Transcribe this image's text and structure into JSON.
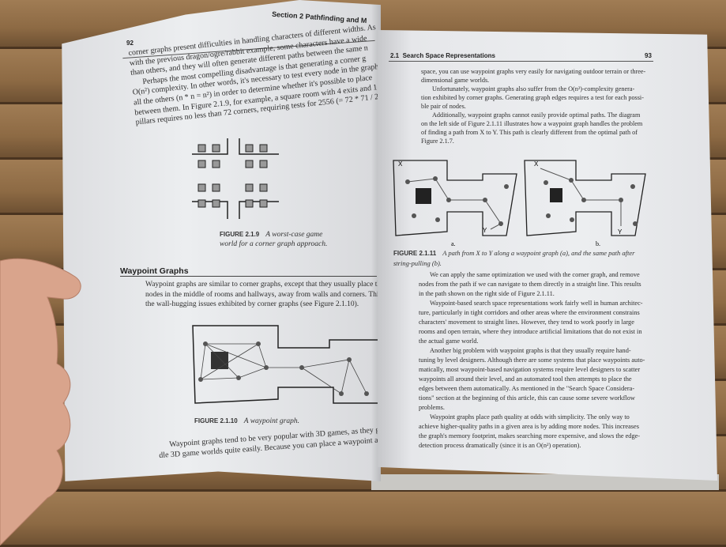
{
  "left_page": {
    "page_number": "92",
    "running_head": "Section 2   Pathfinding and M",
    "intro_lines": [
      "corner graphs present difficulties in handling characters of different widths. As",
      "with the previous dragon/ogre/rabbit example, some characters have a wide",
      "than others, and they will often generate different paths between the same n",
      "Perhaps the most compelling disadvantage is that generating a corner g",
      "O(n²) complexity. In other words, it's necessary to test every node in the graph",
      "all the others (n * n = n²) in order to determine whether it's possible to place",
      "between them. In Figure 2.1.9, for example, a square room with 4 exits and 1",
      "pillars requires no less than 72 corners, requiring tests for 2556 (= 72 * 71 / 2"
    ],
    "fig_2_1_9": {
      "label": "FIGURE 2.1.9",
      "caption": "A worst-case game world for a corner graph approach."
    },
    "section_title": "Waypoint Graphs",
    "section_lines": [
      "Waypoint graphs are similar to corner graphs, except that they usually place the p",
      "nodes in the middle of rooms and hallways, away from walls and corners. This a",
      "the wall-hugging issues exhibited by corner graphs (see Figure 2.1.10)."
    ],
    "fig_2_1_10": {
      "label": "FIGURE 2.1.10",
      "caption": "A waypoint graph."
    },
    "bottom_lines": [
      "Waypoint graphs tend to be very popular with 3D games, as they generally",
      "dle 3D game worlds quite easily. Because you can place a waypoint at any point i"
    ]
  },
  "right_page": {
    "section_number": "2.1",
    "running_head": "Search Space Representations",
    "page_number": "93",
    "top_lines": [
      "space, you can use waypoint graphs very easily for navigating outdoor terrain or three-",
      "dimensional game worlds.",
      "Unfortunately, waypoint graphs also suffer from the O(n²)-complexity genera-",
      "tion exhibited by corner graphs. Generating graph edges requires a test for each possi-",
      "ble pair of nodes.",
      "Additionally, waypoint graphs cannot easily provide optimal paths. The diagram",
      "on the left side of Figure 2.1.11 illustrates how a waypoint graph handles the problem",
      "of finding a path from X to Y. This path is clearly different from the optimal path of",
      "Figure 2.1.7."
    ],
    "fig_2_1_11": {
      "label": "FIGURE 2.1.11",
      "caption": "A path from X to Y along a waypoint graph (a), and the same path after string-pulling (b).",
      "sub_a": "a.",
      "sub_b": "b.",
      "start": "X",
      "end": "Y"
    },
    "body_lines": [
      "We can apply the same optimization we used with the corner graph, and remove",
      "nodes from the path if we can navigate to them directly in a straight line. This results",
      "in the path shown on the right side of Figure 2.1.11.",
      "Waypoint-based search space representations work fairly well in human architec-",
      "ture, particularly in tight corridors and other areas where the environment constrains",
      "characters' movement to straight lines. However, they tend to work poorly in large",
      "rooms and open terrain, where they introduce artificial limitations that do not exist in",
      "the actual game world.",
      "Another big problem with waypoint graphs is that they usually require hand-",
      "tuning by level designers. Although there are some systems that place waypoints auto-",
      "matically, most waypoint-based navigation systems require level designers to scatter",
      "waypoints all around their level, and an automated tool then attempts to place the",
      "edges between them automatically. As mentioned in the \"Search Space Considera-",
      "tions\" section at the beginning of this article, this can cause some severe workflow",
      "problems.",
      "Waypoint graphs place path quality at odds with simplicity. The only way to",
      "achieve higher-quality paths in a given area is by adding more nodes. This increases",
      "the graph's memory footprint, makes searching more expensive, and slows the edge-",
      "detection process dramatically (since it is an O(n²) operation)."
    ]
  }
}
